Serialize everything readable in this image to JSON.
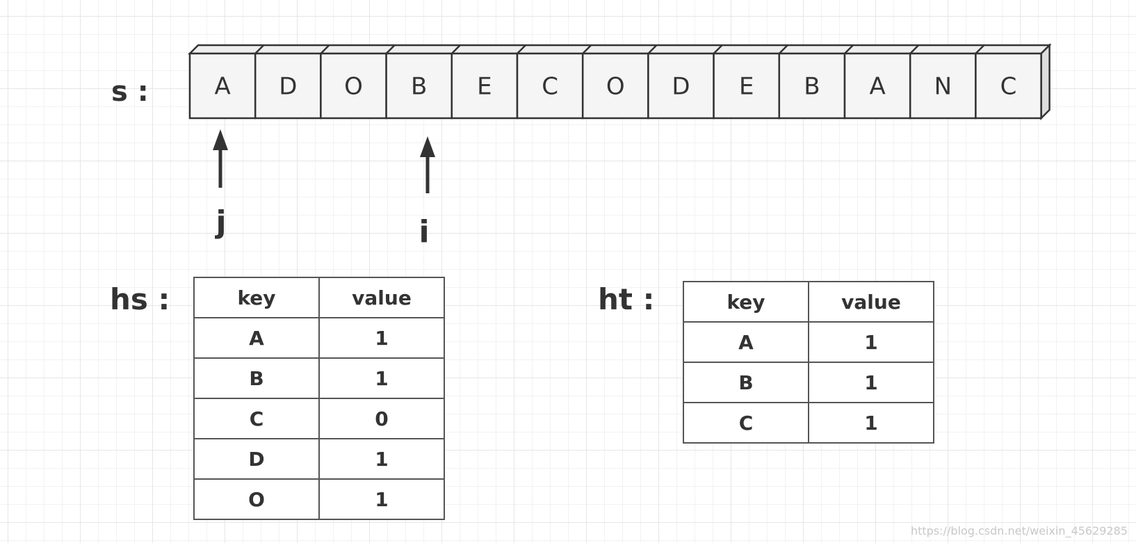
{
  "s": {
    "label": "s :",
    "chars": [
      "A",
      "D",
      "O",
      "B",
      "E",
      "C",
      "O",
      "D",
      "E",
      "B",
      "A",
      "N",
      "C"
    ]
  },
  "pointers": {
    "j": "j",
    "i": "i"
  },
  "hs": {
    "label": "hs :",
    "header": {
      "key": "key",
      "value": "value"
    },
    "rows": [
      {
        "key": "A",
        "value": "1"
      },
      {
        "key": "B",
        "value": "1"
      },
      {
        "key": "C",
        "value": "0"
      },
      {
        "key": "D",
        "value": "1"
      },
      {
        "key": "O",
        "value": "1"
      }
    ]
  },
  "ht": {
    "label": "ht :",
    "header": {
      "key": "key",
      "value": "value"
    },
    "rows": [
      {
        "key": "A",
        "value": "1"
      },
      {
        "key": "B",
        "value": "1"
      },
      {
        "key": "C",
        "value": "1"
      }
    ]
  },
  "watermark": "https://blog.csdn.net/weixin_45629285"
}
